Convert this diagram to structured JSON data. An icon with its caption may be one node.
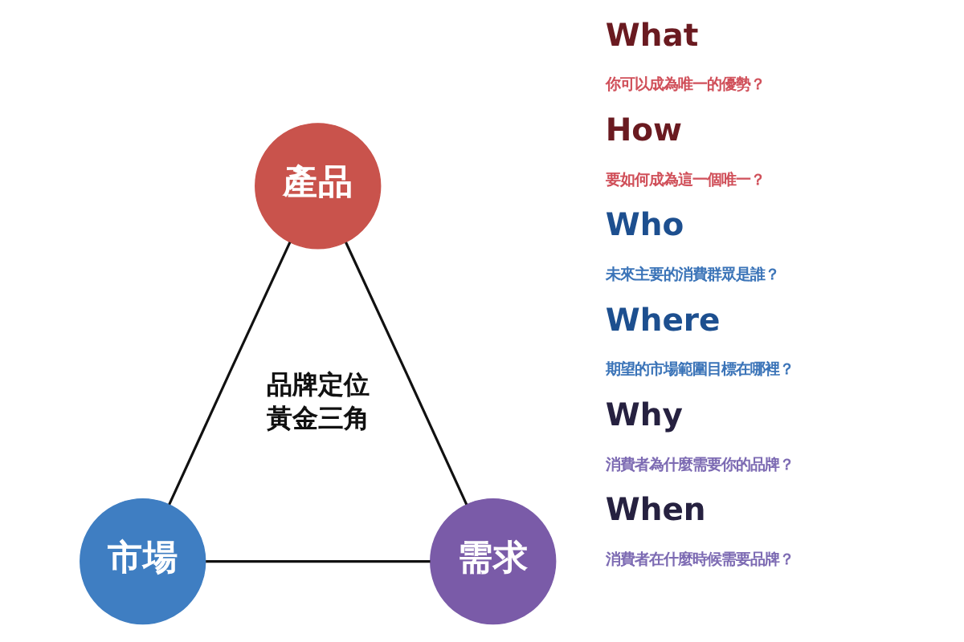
{
  "diagram": {
    "nodes": [
      {
        "text": [
          "產品"
        ]
      },
      {
        "text": [
          "市場"
        ]
      },
      {
        "text": [
          "需求"
        ]
      }
    ],
    "edges": [
      {
        "from": 0,
        "to": 1,
        "arrow": "none"
      },
      {
        "from": 0,
        "to": 2,
        "arrow": "none"
      },
      {
        "from": 1,
        "to": 2,
        "arrow": "none"
      }
    ],
    "labels": [
      "品牌定位",
      "黃金三角",
      "What",
      "你可以成為唯一的優勢？",
      "How",
      "要如何成為這一個唯一？",
      "Who",
      "未來主要的消費群眾是誰？",
      "Where",
      "期望的市場範圍目標在哪裡？",
      "Why",
      "消費者為什麼需要你的品牌？",
      "When",
      "消費者在什麼時候需要品牌？"
    ]
  }
}
